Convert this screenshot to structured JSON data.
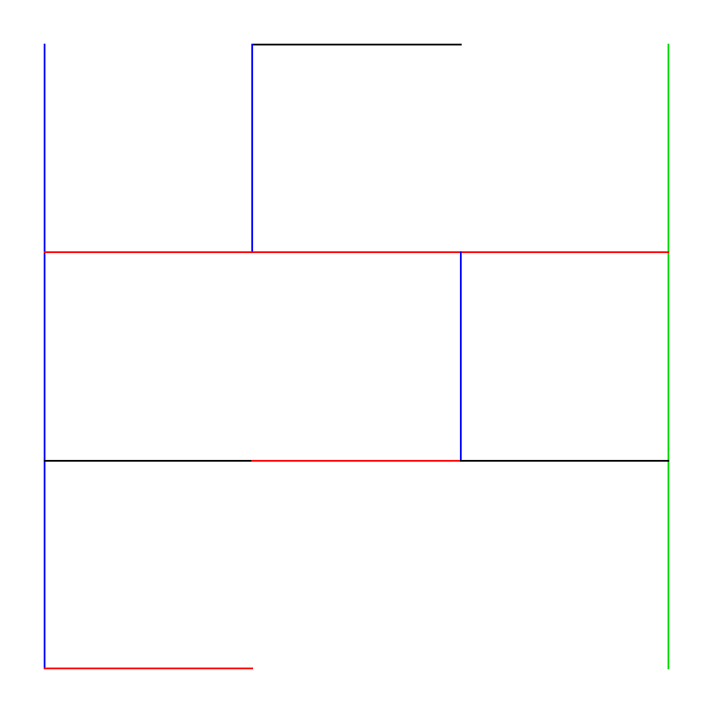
{
  "colors": {
    "background": "#ffffff",
    "blue": "#0000ff",
    "red": "#ff0000",
    "black": "#000000",
    "green": "#00dd00"
  },
  "grid": {
    "columns": 3,
    "rows": 3
  },
  "segments": [
    {
      "id": "left-blue-vertical",
      "orientation": "vertical",
      "color": "blue",
      "line": 0,
      "from": 0,
      "to": 3
    },
    {
      "id": "top-black-horizontal",
      "orientation": "horizontal",
      "color": "black",
      "line": 0,
      "from": 1,
      "to": 2
    },
    {
      "id": "upper-blue-vertical",
      "orientation": "vertical",
      "color": "blue",
      "line": 1,
      "from": 0,
      "to": 1
    },
    {
      "id": "right-green-vertical",
      "orientation": "vertical",
      "color": "green",
      "line": 3,
      "from": 0,
      "to": 3
    },
    {
      "id": "first-red-horizontal",
      "orientation": "horizontal",
      "color": "red",
      "line": 1,
      "from": 0,
      "to": 3
    },
    {
      "id": "middle-blue-vertical",
      "orientation": "vertical",
      "color": "blue",
      "line": 2,
      "from": 1,
      "to": 2
    },
    {
      "id": "second-black-left",
      "orientation": "horizontal",
      "color": "black",
      "line": 2,
      "from": 0,
      "to": 1
    },
    {
      "id": "second-red-middle",
      "orientation": "horizontal",
      "color": "red",
      "line": 2,
      "from": 1,
      "to": 2
    },
    {
      "id": "second-black-right",
      "orientation": "horizontal",
      "color": "black",
      "line": 2,
      "from": 2,
      "to": 3
    },
    {
      "id": "bottom-red-horizontal",
      "orientation": "horizontal",
      "color": "red",
      "line": 3,
      "from": 0,
      "to": 1
    }
  ]
}
